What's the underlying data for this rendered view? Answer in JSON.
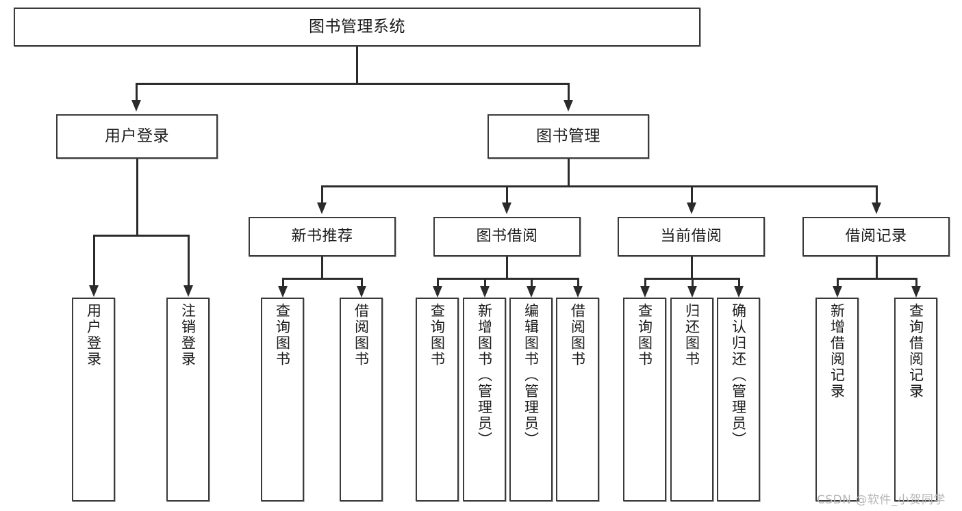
{
  "diagram": {
    "title": "图书管理系统",
    "watermark": "CSDN @软件_小贺同学",
    "colors": {
      "box_border": "#3a3a3a",
      "connector": "#2b2b2b",
      "background": "#ffffff",
      "text": "#1b1b1b",
      "watermark": "#b5b5b5"
    }
  },
  "nodes": {
    "root": {
      "label": "图书管理系统"
    },
    "level2": [
      {
        "label": "用户登录"
      },
      {
        "label": "图书管理"
      }
    ],
    "level3": [
      {
        "label": "新书推荐"
      },
      {
        "label": "图书借阅"
      },
      {
        "label": "当前借阅"
      },
      {
        "label": "借阅记录"
      }
    ],
    "leaves": {
      "user_login": [
        {
          "label": "用户登录"
        },
        {
          "label": "注销登录"
        }
      ],
      "new_book_recommend": [
        {
          "label": "查询图书"
        },
        {
          "label": "借阅图书"
        }
      ],
      "book_borrow": [
        {
          "label": "查询图书"
        },
        {
          "label": "新增图书（管理员）"
        },
        {
          "label": "编辑图书（管理员）"
        },
        {
          "label": "借阅图书"
        }
      ],
      "current_borrow": [
        {
          "label": "查询图书"
        },
        {
          "label": "归还图书"
        },
        {
          "label": "确认归还（管理员）"
        }
      ],
      "borrow_record": [
        {
          "label": "新增借阅记录"
        },
        {
          "label": "查询借阅记录"
        }
      ]
    }
  }
}
